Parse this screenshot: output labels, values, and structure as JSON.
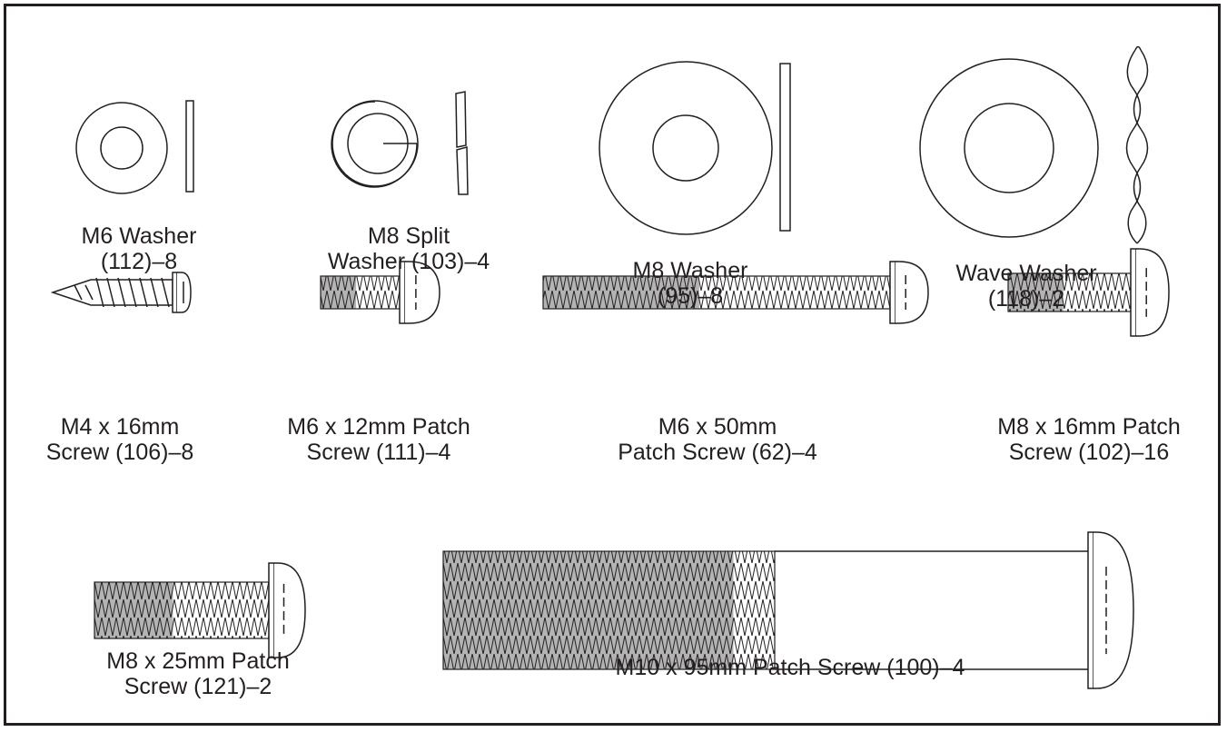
{
  "colors": {
    "ink": "#231f20",
    "thread_shade": "#b3b3b3",
    "background": "#ffffff"
  },
  "parts": [
    {
      "id": "m6-washer",
      "lines": [
        "M6 Washer",
        "(112)–8"
      ]
    },
    {
      "id": "m8-split-washer",
      "lines": [
        "M8 Split",
        "Washer (103)–4"
      ]
    },
    {
      "id": "m8-washer",
      "lines": [
        "M8 Washer",
        "(95)–8"
      ]
    },
    {
      "id": "wave-washer",
      "lines": [
        "Wave Washer",
        "(118)–2"
      ]
    },
    {
      "id": "m4-16mm-screw",
      "lines": [
        "M4 x 16mm",
        "Screw (106)–8"
      ]
    },
    {
      "id": "m6-12mm-patch-screw",
      "lines": [
        "M6 x 12mm Patch",
        "Screw (111)–4"
      ]
    },
    {
      "id": "m6-50mm-patch-screw",
      "lines": [
        "M6 x 50mm",
        "Patch Screw (62)–4"
      ]
    },
    {
      "id": "m8-16mm-patch-screw",
      "lines": [
        "M8 x 16mm Patch",
        "Screw (102)–16"
      ]
    },
    {
      "id": "m8-25mm-patch-screw",
      "lines": [
        "M8 x 25mm Patch",
        "Screw (121)–2"
      ]
    },
    {
      "id": "m10-95mm-patch-screw",
      "lines": [
        "M10 x 95mm Patch Screw (100)–4"
      ]
    }
  ]
}
